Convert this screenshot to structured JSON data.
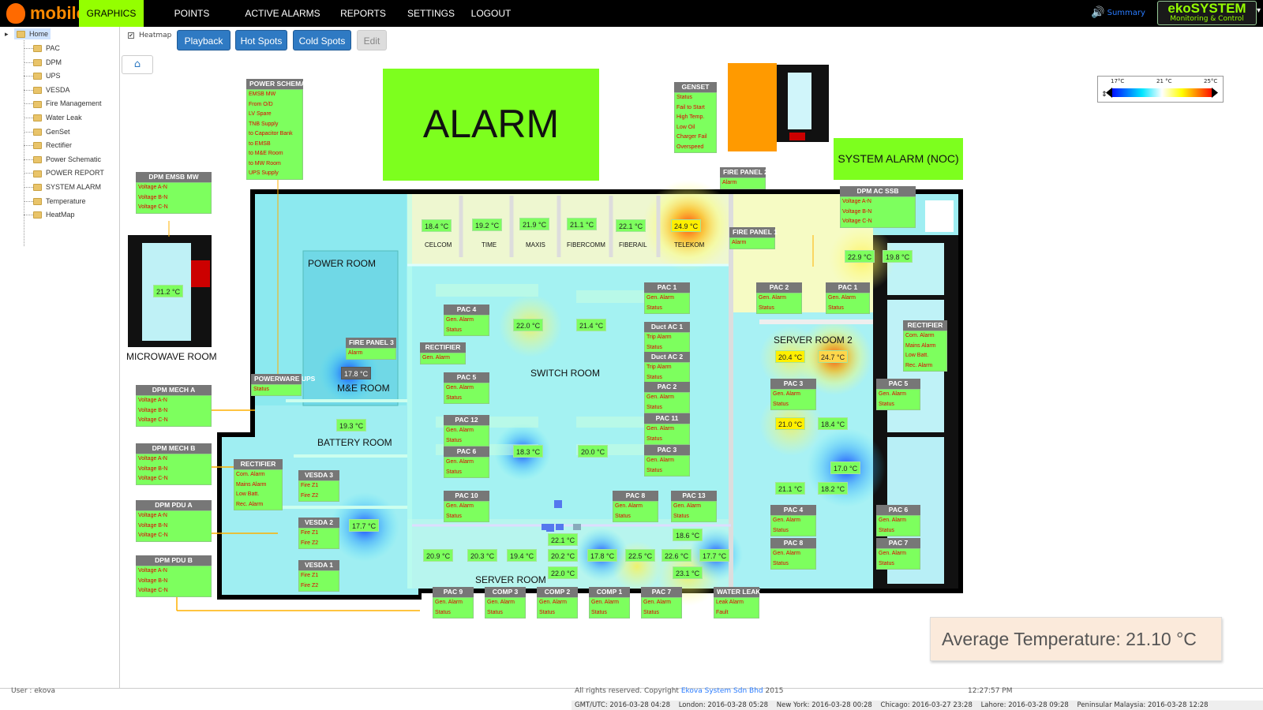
{
  "brand": {
    "logo_text": "mobile",
    "product_line1": "ekoSYSTEM",
    "product_line2": "Monitoring & Control"
  },
  "nav": [
    {
      "label": "GRAPHICS",
      "active": true
    },
    {
      "label": "POINTS SUMMARY"
    },
    {
      "label": "ACTIVE ALARMS"
    },
    {
      "label": "REPORTS"
    },
    {
      "label": "SETTINGS"
    },
    {
      "label": "LOGOUT"
    }
  ],
  "summary_label": "Summary",
  "sidebar": {
    "root": "Home",
    "items": [
      "PAC",
      "DPM",
      "UPS",
      "VESDA",
      "Fire Management",
      "Water Leak",
      "GenSet",
      "Rectifier",
      "Power Schematic",
      "POWER REPORT",
      "SYSTEM ALARM",
      "Temperature",
      "HeatMap"
    ]
  },
  "toolbar": {
    "heatmap_label": "Heatmap",
    "heatmap_checked": true,
    "playback": "Playback",
    "hot_spots": "Hot Spots",
    "cold_spots": "Cold Spots",
    "edit": "Edit"
  },
  "banners": {
    "alarm": "ALARM",
    "system_alarm": "SYSTEM ALARM (NOC)"
  },
  "legend": {
    "min": "17°C",
    "mid": "21 °C",
    "max": "25°C"
  },
  "rooms": {
    "power_room": "POWER ROOM",
    "me_room": "M&E ROOM",
    "battery_room": "BATTERY ROOM",
    "switch_room": "SWITCH ROOM",
    "server_room": "SERVER ROOM",
    "server_room_2": "SERVER ROOM 2",
    "microwave_room": "MICROWAVE ROOM"
  },
  "racks": [
    "CELCOM",
    "TIME",
    "MAXIS",
    "FIBERCOMM",
    "FIBERAIL",
    "TELEKOM"
  ],
  "temps": {
    "celcom": "18.4 °C",
    "time": "19.2 °C",
    "maxis": "21.9 °C",
    "fibercomm": "21.1 °C",
    "fiberail": "22.1 °C",
    "telekom": "24.9 °C",
    "microwave": "21.2 °C",
    "me_room": "17.8 °C",
    "battery": "19.3 °C",
    "sw1": "22.0 °C",
    "sw2": "21.4 °C",
    "sw3": "18.3 °C",
    "sw4": "20.0 °C",
    "s2_a": "22.9 °C",
    "s2_b": "19.8 °C",
    "s2_c": "20.4 °C",
    "s2_d": "24.7 °C",
    "s2_e": "21.0 °C",
    "s2_f": "18.4 °C",
    "s2_g": "17.0 °C",
    "s2_h": "21.1 °C",
    "s2_i": "18.2 °C",
    "sv1": "17.7 °C",
    "sv2": "22.1 °C",
    "sv3": "20.9 °C",
    "sv4": "20.3 °C",
    "sv5": "19.4 °C",
    "sv6": "20.2 °C",
    "sv7": "17.8 °C",
    "sv8": "22.5 °C",
    "sv9": "22.6 °C",
    "sv10": "17.7 °C",
    "sv11": "22.0 °C",
    "sv12": "18.6 °C",
    "sv13": "23.1 °C"
  },
  "devices": {
    "power_schematic": {
      "title": "POWER SCHEMATIC",
      "lines": [
        "EMSB MW",
        "From O/D",
        "LV Spare",
        "TNB Supply",
        "to Capacitor Bank",
        "to EMSB",
        "to M&E Room",
        "to MW Room",
        "UPS Supply"
      ]
    },
    "dpm_emsb_mw": {
      "title": "DPM EMSB MW",
      "lines": [
        "Voltage A-N",
        "Voltage B-N",
        "Voltage C-N"
      ]
    },
    "genset": {
      "title": "GENSET",
      "lines": [
        "Status",
        "Fail to Start",
        "High Temp.",
        "Low Oil",
        "Charger Fail",
        "Overspeed"
      ]
    },
    "fire_panel_2": {
      "title": "FIRE PANEL 2",
      "lines": [
        "Alarm"
      ]
    },
    "fire_panel_1": {
      "title": "FIRE PANEL 1",
      "lines": [
        "Alarm"
      ]
    },
    "fire_panel_3": {
      "title": "FIRE PANEL 3",
      "lines": [
        "Alarm"
      ]
    },
    "dpm_ac_ssb": {
      "title": "DPM AC SSB",
      "lines": [
        "Voltage A-N",
        "Voltage B-N",
        "Voltage C-N"
      ]
    },
    "powerware_ups": {
      "title": "POWERWARE UPS",
      "lines": [
        "Status"
      ]
    },
    "dpm_mech_a": {
      "title": "DPM MECH A",
      "lines": [
        "Voltage A-N",
        "Voltage B-N",
        "Voltage C-N"
      ]
    },
    "dpm_mech_b": {
      "title": "DPM MECH B",
      "lines": [
        "Voltage A-N",
        "Voltage B-N",
        "Voltage C-N"
      ]
    },
    "dpm_pdu_a": {
      "title": "DPM PDU A",
      "lines": [
        "Voltage A-N",
        "Voltage B-N",
        "Voltage C-N"
      ]
    },
    "dpm_pdu_b": {
      "title": "DPM PDU B",
      "lines": [
        "Voltage A-N",
        "Voltage B-N",
        "Voltage C-N"
      ]
    },
    "rectifier_left": {
      "title": "RECTIFIER",
      "lines": [
        "Com. Alarm",
        "Mains Alarm",
        "Low Batt.",
        "Rec. Alarm"
      ]
    },
    "rectifier_right": {
      "title": "RECTIFIER",
      "lines": [
        "Com. Alarm",
        "Mains Alarm",
        "Low Batt.",
        "Rec. Alarm"
      ]
    },
    "rectifier_sw": {
      "title": "RECTIFIER",
      "lines": [
        "Gen. Alarm"
      ]
    },
    "vesda_3": {
      "title": "VESDA 3",
      "lines": [
        "Fire Z1",
        "Fire Z2"
      ]
    },
    "vesda_2": {
      "title": "VESDA 2",
      "lines": [
        "Fire Z1",
        "Fire Z2"
      ]
    },
    "vesda_1": {
      "title": "VESDA 1",
      "lines": [
        "Fire Z1",
        "Fire Z2"
      ]
    },
    "pac4": {
      "title": "PAC 4",
      "lines": [
        "Gen. Alarm",
        "Status"
      ]
    },
    "pac5": {
      "title": "PAC 5",
      "lines": [
        "Gen. Alarm",
        "Status"
      ]
    },
    "pac12": {
      "title": "PAC 12",
      "lines": [
        "Gen. Alarm",
        "Status"
      ]
    },
    "pac6": {
      "title": "PAC 6",
      "lines": [
        "Gen. Alarm",
        "Status"
      ]
    },
    "pac10": {
      "title": "PAC 10",
      "lines": [
        "Gen. Alarm",
        "Status"
      ]
    },
    "pac1_sw": {
      "title": "PAC 1",
      "lines": [
        "Gen. Alarm",
        "Status"
      ]
    },
    "duct_ac1": {
      "title": "Duct AC 1",
      "lines": [
        "Trip Alarm",
        "Status"
      ]
    },
    "duct_ac2": {
      "title": "Duct AC 2",
      "lines": [
        "Trip Alarm",
        "Status"
      ]
    },
    "pac2_sw": {
      "title": "PAC 2",
      "lines": [
        "Gen. Alarm",
        "Status"
      ]
    },
    "pac11": {
      "title": "PAC 11",
      "lines": [
        "Gen. Alarm",
        "Status"
      ]
    },
    "pac3_sw": {
      "title": "PAC 3",
      "lines": [
        "Gen. Alarm",
        "Status"
      ]
    },
    "pac8_sw": {
      "title": "PAC 8",
      "lines": [
        "Gen. Alarm",
        "Status"
      ]
    },
    "pac13": {
      "title": "PAC 13",
      "lines": [
        "Gen. Alarm",
        "Status"
      ]
    },
    "pac2_s2": {
      "title": "PAC 2",
      "lines": [
        "Gen. Alarm",
        "Status"
      ]
    },
    "pac1_s2": {
      "title": "PAC 1",
      "lines": [
        "Gen. Alarm",
        "Status"
      ]
    },
    "pac3_s2": {
      "title": "PAC 3",
      "lines": [
        "Gen. Alarm",
        "Status"
      ]
    },
    "pac5_s2": {
      "title": "PAC 5",
      "lines": [
        "Gen. Alarm",
        "Status"
      ]
    },
    "pac4_s2": {
      "title": "PAC 4",
      "lines": [
        "Gen. Alarm",
        "Status"
      ]
    },
    "pac8_s2": {
      "title": "PAC 8",
      "lines": [
        "Gen. Alarm",
        "Status"
      ]
    },
    "pac6_s2": {
      "title": "PAC 6",
      "lines": [
        "Gen. Alarm",
        "Status"
      ]
    },
    "pac7_s2": {
      "title": "PAC 7",
      "lines": [
        "Gen. Alarm",
        "Status"
      ]
    },
    "pac9": {
      "title": "PAC 9",
      "lines": [
        "Gen. Alarm",
        "Status"
      ]
    },
    "comp3": {
      "title": "COMP 3",
      "lines": [
        "Gen. Alarm",
        "Status"
      ]
    },
    "comp2": {
      "title": "COMP 2",
      "lines": [
        "Gen. Alarm",
        "Status"
      ]
    },
    "comp1": {
      "title": "COMP 1",
      "lines": [
        "Gen. Alarm",
        "Status"
      ]
    },
    "pac7_bot": {
      "title": "PAC 7",
      "lines": [
        "Gen. Alarm",
        "Status"
      ]
    },
    "water_leak": {
      "title": "WATER LEAK",
      "lines": [
        "Leak Alarm",
        "Fault"
      ]
    }
  },
  "average": "Average Temperature: 21.10 °C",
  "footer": {
    "user": "User : ekova",
    "rights": "All rights reserved. Copyright",
    "company": "Ekova System Sdn Bhd",
    "year": "2015",
    "time": "12:27:57 PM",
    "timezones": [
      "GMT/UTC: 2016-03-28 04:28",
      "London: 2016-03-28 05:28",
      "New York: 2016-03-28 00:28",
      "Chicago: 2016-03-27 23:28",
      "Lahore: 2016-03-28 09:28",
      "Peninsular Malaysia: 2016-03-28 12:28"
    ]
  },
  "colors": {
    "accent": "#94ff00",
    "button_blue": "#2f7ac3",
    "alarm_text": "#e00000",
    "status_green": "#7dff5e"
  }
}
